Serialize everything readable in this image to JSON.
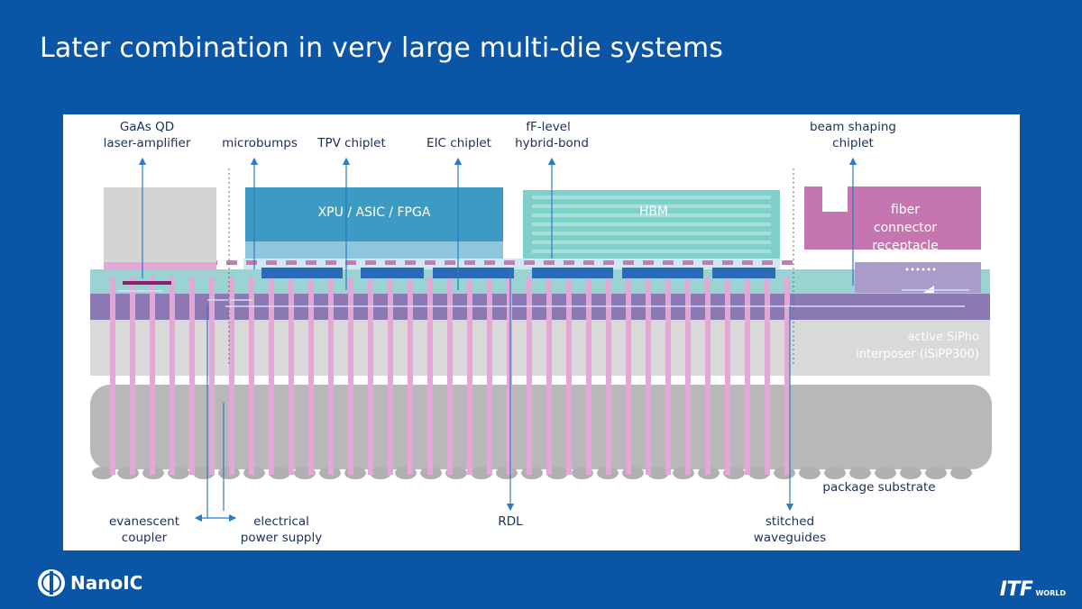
{
  "title": "Later combination in very large multi-die systems",
  "blocks": {
    "xpu": "XPU / ASIC / FPGA",
    "hbm": "HBM",
    "fiber": [
      "fiber",
      "connector",
      "receptacle"
    ],
    "interposer": [
      "active SiPho",
      "interposer (iSiPP300)"
    ]
  },
  "labels": {
    "gaas_qd": [
      "GaAs QD",
      "laser-amplifier"
    ],
    "microbumps": "microbumps",
    "tpv_chiplet": "TPV chiplet",
    "eic_chiplet": "EIC chiplet",
    "ff_level": [
      "fF-level",
      "hybrid-bond"
    ],
    "beam_shaping": [
      "beam shaping",
      "chiplet"
    ],
    "package_substrate": "package substrate",
    "evanescent": [
      "evanescent",
      "coupler"
    ],
    "electrical": [
      "electrical",
      "power supply"
    ],
    "rdl": "RDL",
    "stitched": [
      "stitched",
      "waveguides"
    ]
  },
  "colors": {
    "background": "#0b55a6",
    "xpu": "#3c9bc2",
    "hbm": "#7fd0c8",
    "fiber": "#c576b0",
    "interposer_top": "#9ad4d2",
    "sipho": "#8c79b4",
    "interposer_body": "#d9d9d9",
    "substrate": "#b8b8b8",
    "vias": "#e2a9d6",
    "arrows": "#2a7cc4"
  },
  "logos": {
    "nanoic": "NanoIC",
    "itf": "ITF",
    "itf_small": "WORLD"
  }
}
